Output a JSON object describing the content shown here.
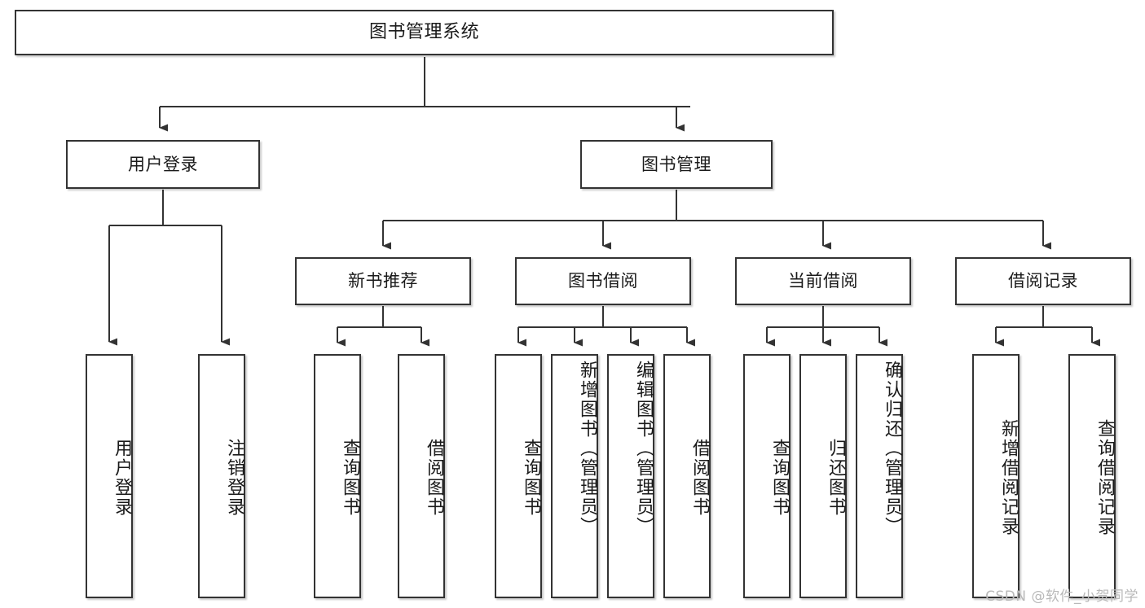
{
  "diagram": {
    "type": "tree-hierarchy",
    "title": "图书管理系统",
    "orientation": "top-down",
    "colors": {
      "border": "#333333",
      "fill": "#ffffff",
      "text": "#1a1a1a",
      "edge": "#333333",
      "watermark": "#b9b9b9"
    },
    "root": {
      "label": "图书管理系统"
    },
    "level2": [
      {
        "id": "user-login",
        "label": "用户登录"
      },
      {
        "id": "book-manage",
        "label": "图书管理"
      }
    ],
    "level3": [
      {
        "id": "new-book-recommend",
        "label": "新书推荐",
        "parent": "book-manage"
      },
      {
        "id": "book-borrow",
        "label": "图书借阅",
        "parent": "book-manage"
      },
      {
        "id": "current-borrow",
        "label": "当前借阅",
        "parent": "book-manage"
      },
      {
        "id": "borrow-record",
        "label": "借阅记录",
        "parent": "book-manage"
      }
    ],
    "leaves": [
      {
        "id": "leaf-user-login",
        "label": "用户登录",
        "parent": "user-login"
      },
      {
        "id": "leaf-logout-login",
        "label": "注销登录",
        "parent": "user-login"
      },
      {
        "id": "leaf-query-book-1",
        "label": "查询图书",
        "parent": "new-book-recommend"
      },
      {
        "id": "leaf-borrow-book-1",
        "label": "借阅图书",
        "parent": "new-book-recommend"
      },
      {
        "id": "leaf-query-book-2",
        "label": "查询图书",
        "parent": "book-borrow"
      },
      {
        "id": "leaf-add-book",
        "label": "新增图书（管理员）",
        "parent": "book-borrow"
      },
      {
        "id": "leaf-edit-book",
        "label": "编辑图书（管理员）",
        "parent": "book-borrow"
      },
      {
        "id": "leaf-borrow-book-2",
        "label": "借阅图书",
        "parent": "book-borrow"
      },
      {
        "id": "leaf-query-book-3",
        "label": "查询图书",
        "parent": "current-borrow"
      },
      {
        "id": "leaf-return-book",
        "label": "归还图书",
        "parent": "current-borrow"
      },
      {
        "id": "leaf-confirm-return",
        "label": "确认归还（管理员）",
        "parent": "current-borrow"
      },
      {
        "id": "leaf-add-record",
        "label": "新增借阅记录",
        "parent": "borrow-record"
      },
      {
        "id": "leaf-query-record",
        "label": "查询借阅记录",
        "parent": "borrow-record"
      }
    ],
    "watermark": "CSDN @软件_小贺同学"
  }
}
